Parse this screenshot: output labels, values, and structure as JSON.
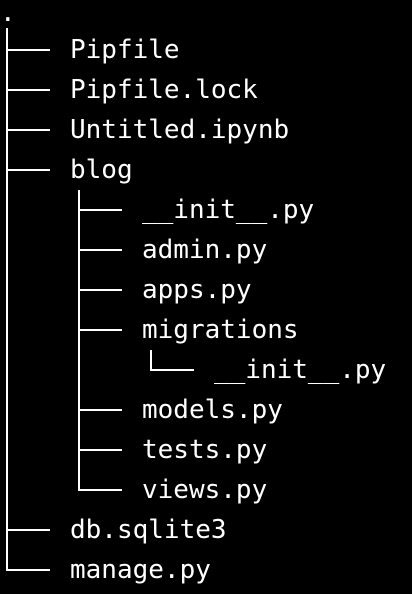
{
  "tree": {
    "root_label": ".",
    "items": [
      {
        "name": "Pipfile",
        "depth": 0,
        "last": false
      },
      {
        "name": "Pipfile.lock",
        "depth": 0,
        "last": false
      },
      {
        "name": "Untitled.ipynb",
        "depth": 0,
        "last": false
      },
      {
        "name": "blog",
        "depth": 0,
        "last": false
      },
      {
        "name": "__init__.py",
        "depth": 1,
        "last": false
      },
      {
        "name": "admin.py",
        "depth": 1,
        "last": false
      },
      {
        "name": "apps.py",
        "depth": 1,
        "last": false
      },
      {
        "name": "migrations",
        "depth": 1,
        "last": false
      },
      {
        "name": "__init__.py",
        "depth": 2,
        "last": true
      },
      {
        "name": "models.py",
        "depth": 1,
        "last": false
      },
      {
        "name": "tests.py",
        "depth": 1,
        "last": false
      },
      {
        "name": "views.py",
        "depth": 1,
        "last": true
      },
      {
        "name": "db.sqlite3",
        "depth": 0,
        "last": false
      },
      {
        "name": "manage.py",
        "depth": 0,
        "last": true
      }
    ]
  },
  "colors": {
    "background": "#000000",
    "text": "#ffffff",
    "lines": "#ffffff"
  }
}
